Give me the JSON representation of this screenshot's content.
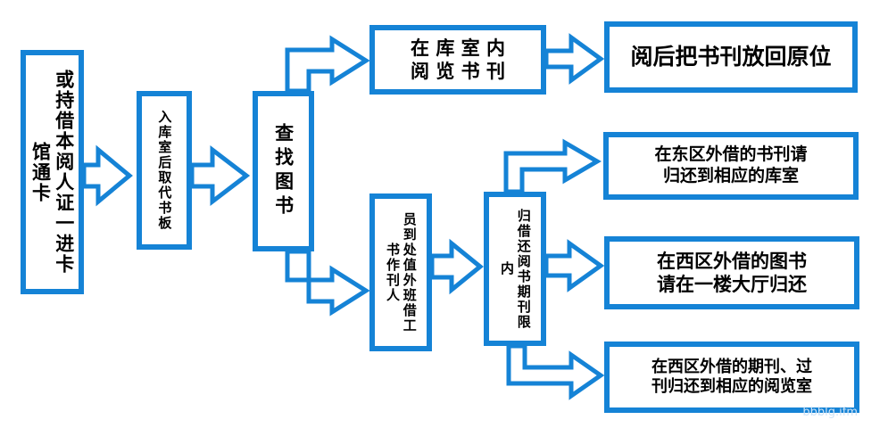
{
  "boxes": {
    "entry": "或持借本阅人证一进卡馆通卡",
    "take_board": "入库室后取代书板",
    "find_books": "查找图书",
    "read_in_library": "在 库 室 内\n阅 览 书 刊",
    "return_after_reading": "阅后把书刊放回原位",
    "borrow_via_staff": "员到处值外班借工书作刊人",
    "return_within_period": "归借还阅书期刊限内",
    "east_return": "在东区外借的书刊请\n归还到相应的库室",
    "west_books_return": "在西区外借的图书\n请在一楼大厅归还",
    "west_journals_return": "在西区外借的期刊、过\n刊归还到相应的阅览室"
  },
  "watermark": "bbblg.ifm",
  "colors": {
    "border": "#1583d6",
    "background": "#ffffff",
    "text": "#000000"
  }
}
